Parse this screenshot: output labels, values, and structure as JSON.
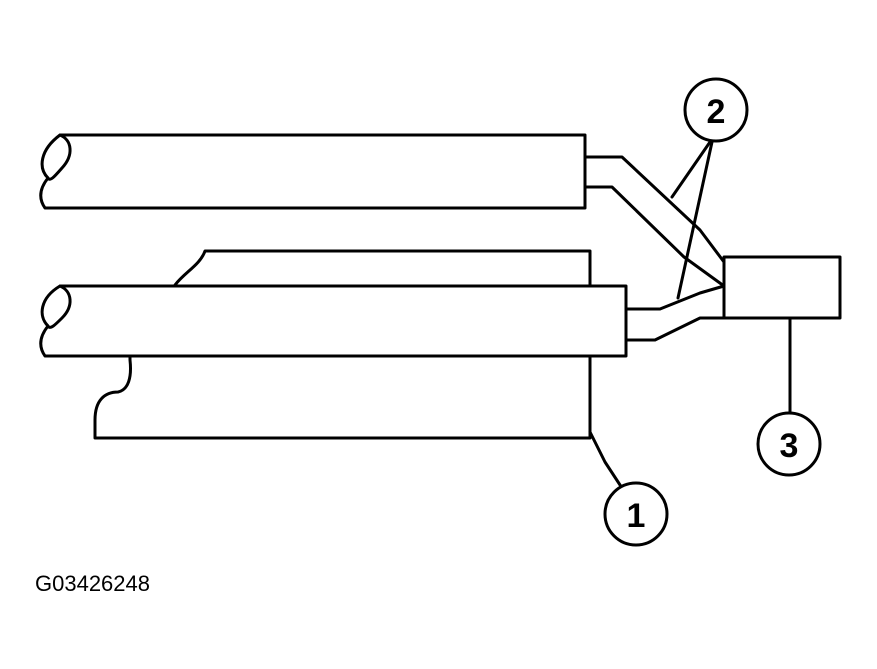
{
  "callouts": {
    "one": "1",
    "two": "2",
    "three": "3"
  },
  "figure_code": "G03426248",
  "colors": {
    "line": "#000000",
    "background": "#ffffff"
  }
}
